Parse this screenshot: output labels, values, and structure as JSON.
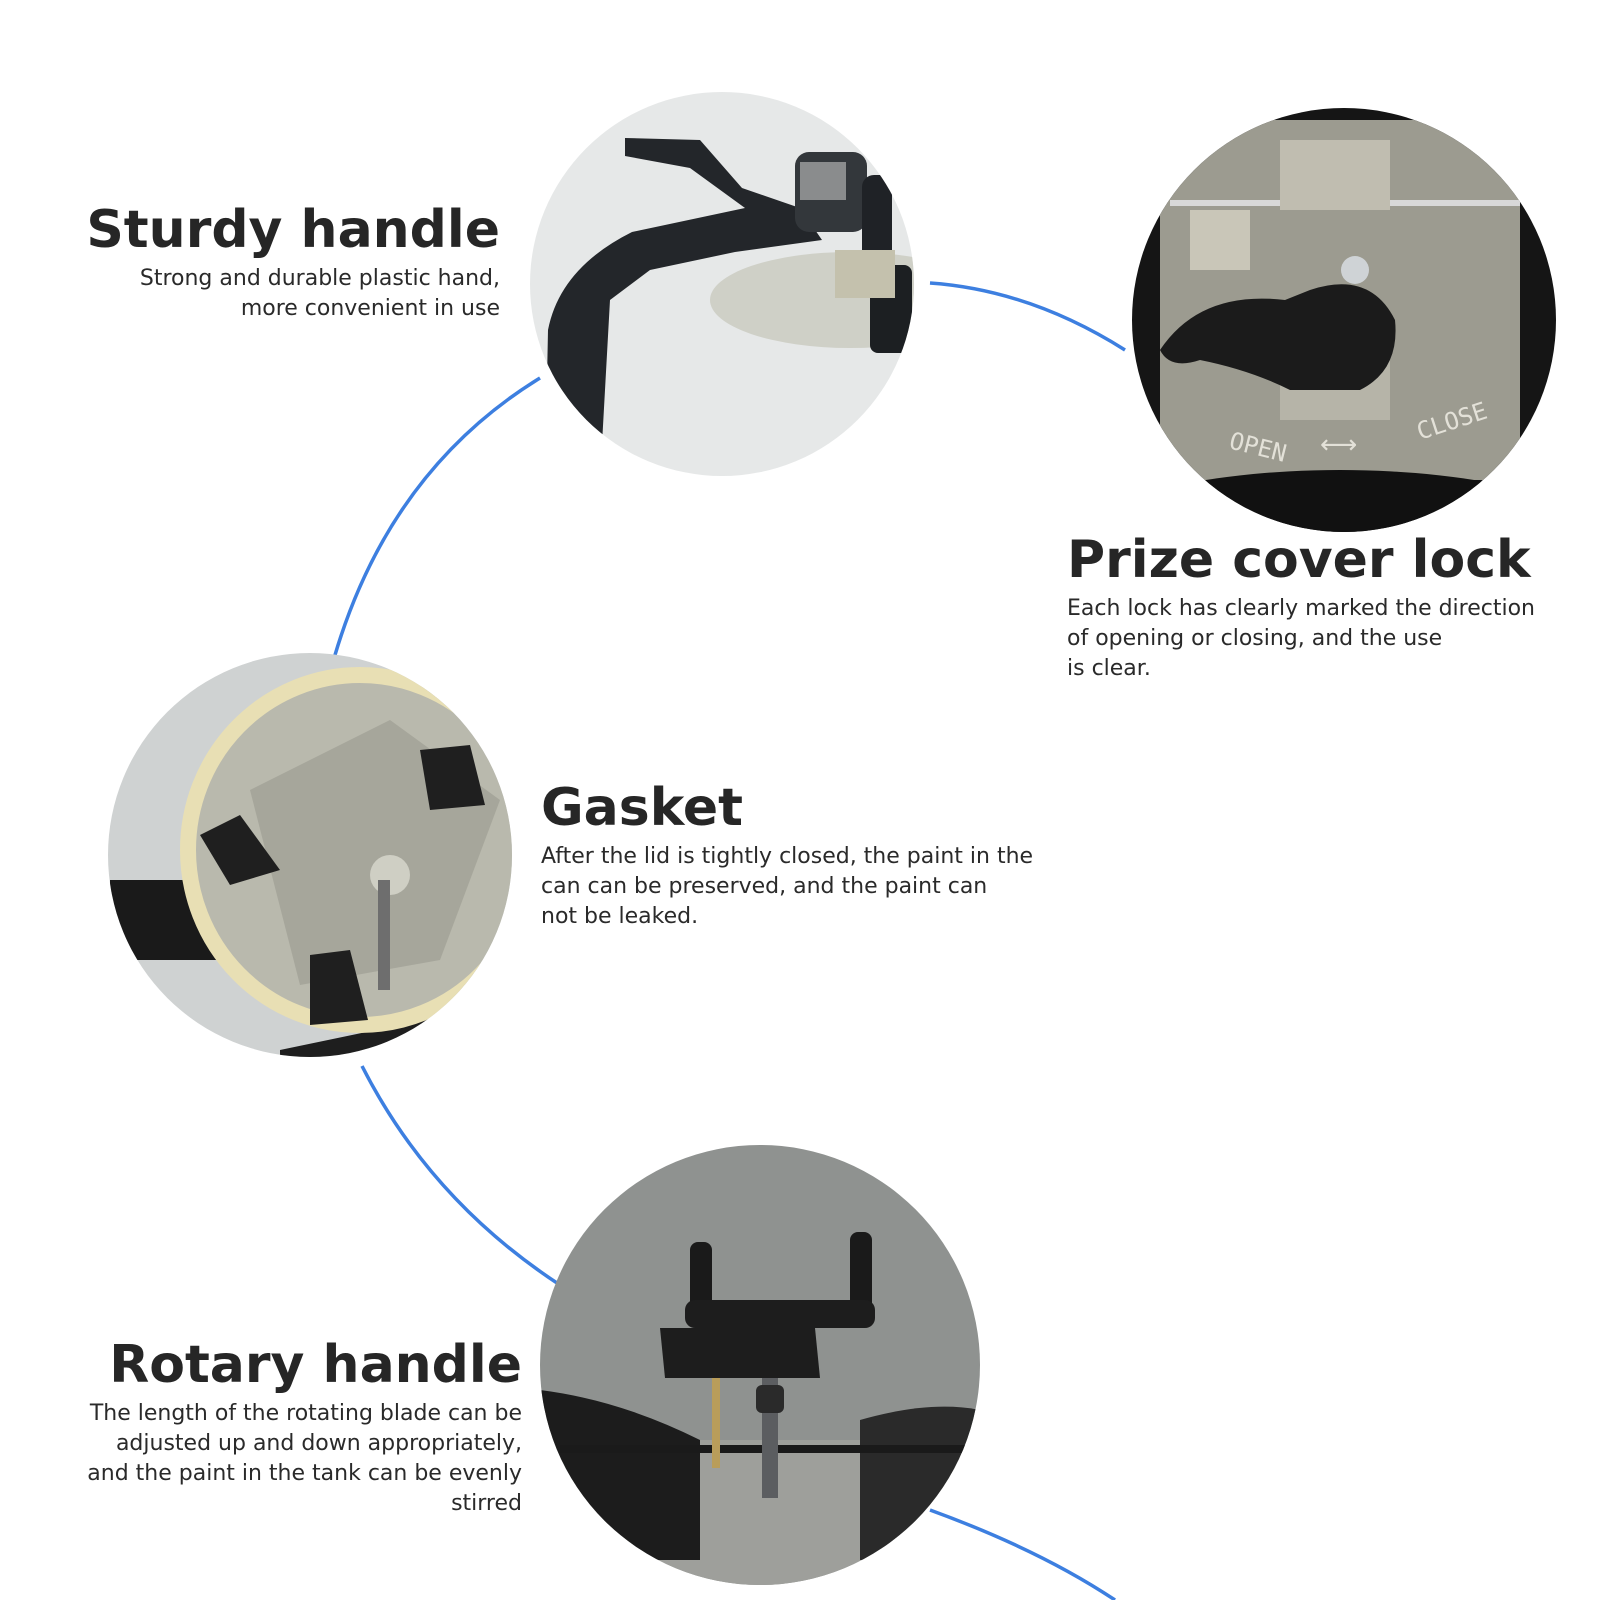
{
  "features": [
    {
      "title": "Sturdy handle",
      "description": "Strong and durable plastic hand,\nmore convenient in use",
      "image": "handle-closeup"
    },
    {
      "title": "Prize cover lock",
      "description": "Each lock has clearly marked the direction\nof opening or closing, and the use\nis clear.",
      "image": "cover-lock-closeup",
      "lock_labels": {
        "open": "OPEN",
        "close": "CLOSE"
      }
    },
    {
      "title": "Gasket",
      "description": "After the lid is tightly closed, the paint in the\ncan can be preserved, and the paint can\nnot be leaked.",
      "image": "gasket-closeup"
    },
    {
      "title": "Rotary handle",
      "description": "The length of the rotating blade can be\nadjusted up and down appropriately,\nand the paint in the tank can be evenly\nstirred",
      "image": "rotary-handle-closeup"
    }
  ],
  "colors": {
    "connector": "#3d7fe0",
    "heading": "#262626",
    "text": "#2a2a2a",
    "background": "#ffffff"
  }
}
